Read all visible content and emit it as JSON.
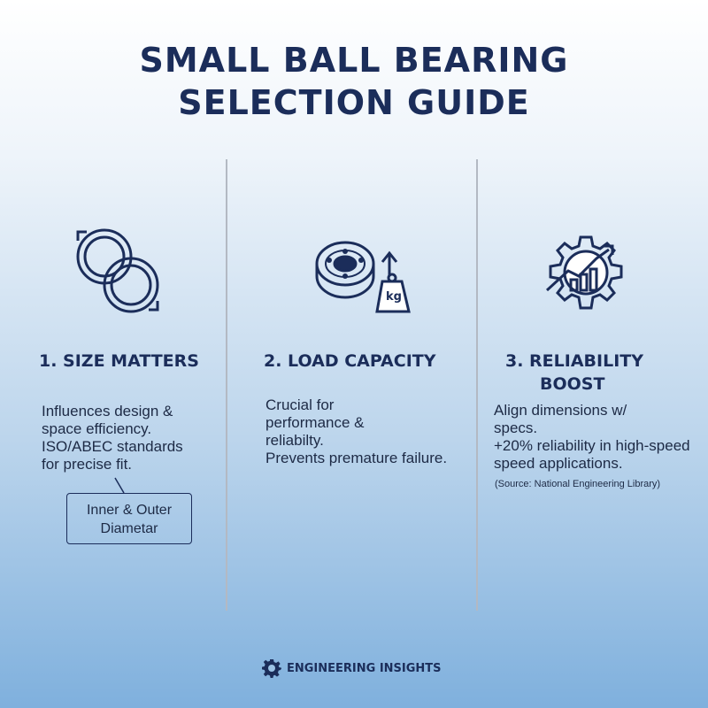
{
  "title": {
    "line1": "SMALL BALL BEARING",
    "line2": "SELECTION GUIDE"
  },
  "columns": [
    {
      "heading": "1. SIZE MATTERS",
      "icon": "ring-size-icon",
      "body": [
        "Influences design &",
        "space efficiency.",
        "ISO/ABEC standards",
        "for precise fit."
      ],
      "callout": {
        "line1": "Inner & Outer",
        "line2": "Diametar"
      }
    },
    {
      "heading": "2. LOAD CAPACITY",
      "icon": "bearing-weight-icon",
      "weight_label": "kg",
      "body": [
        "Crucial for",
        "performance &",
        "reliabilty.",
        "Prevents premature failure."
      ]
    },
    {
      "heading_line1": "3. RELIABILITY",
      "heading_line2": "BOOST",
      "icon": "gear-chart-icon",
      "body": [
        "Align dimensions w/",
        "specs.",
        "+20% reliability in high-speed",
        "speed applications."
      ],
      "source": "(Source: National Engineering Library)"
    }
  ],
  "footer": {
    "label": "ENGINEERING INSIGHTS",
    "icon": "gear-icon"
  },
  "colors": {
    "navy": "#1b2d5a",
    "gradient_top": "#ffffff",
    "gradient_bottom": "#7fb0dd"
  }
}
